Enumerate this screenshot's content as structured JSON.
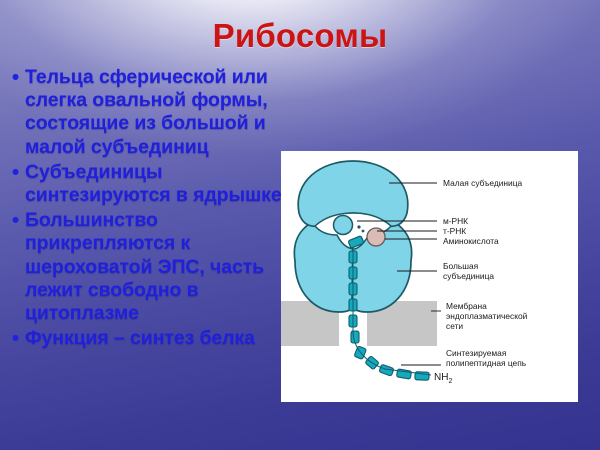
{
  "slide": {
    "title": "Рибосомы",
    "title_color": "#cc1414",
    "text_color": "#2020dc",
    "background_colors": [
      "#8a8ac4",
      "#343490"
    ],
    "panel_background": "#ffffff"
  },
  "bullets": [
    {
      "marker": "•",
      "text": "Тельца сферической или слегка овальной формы, состоящие из большой и малой субъединиц"
    },
    {
      "marker": "•",
      "text": "Субъединицы синтезируются в ядрышке"
    },
    {
      "marker": "•",
      "text": "Большинство прикрепляются к шероховатой ЭПС, часть лежит свободно в цитоплазме"
    },
    {
      "marker": "•",
      "text": "Функция – синтез белка"
    }
  ],
  "figure": {
    "labels": [
      {
        "text": "Малая субъединица"
      },
      {
        "text": "м-РНК"
      },
      {
        "text": "т-РНК"
      },
      {
        "text": "Аминокислота"
      },
      {
        "text": "Большая"
      },
      {
        "text": "субъединица"
      },
      {
        "text": "Мембрана"
      },
      {
        "text": "эндоплазматической"
      },
      {
        "text": "сети"
      },
      {
        "text": "Синтезируемая"
      },
      {
        "text": "полипептидная цепь"
      }
    ],
    "chain_terminus": "NH",
    "chain_terminus_subscript": "2",
    "colors": {
      "subunit_fill": "#7fd4e8",
      "subunit_stroke": "#1c5a66",
      "chain_bead": "#17a8bd",
      "membrane": "#c6c6c6",
      "amino_acid": "#d9bcb8"
    }
  }
}
